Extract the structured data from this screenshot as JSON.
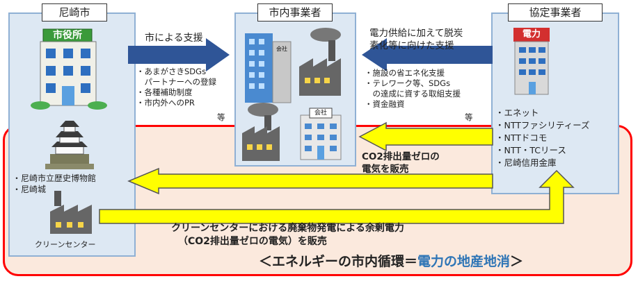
{
  "panels": {
    "amagasaki": {
      "title": "尼崎市"
    },
    "businesses": {
      "title": "市内事業者"
    },
    "partners": {
      "title": "協定事業者"
    }
  },
  "icons": {
    "city_hall_sign": "市役所",
    "company_sign": "会社",
    "power_company_sign": "電力"
  },
  "city_support": {
    "label": "市による支援",
    "items": [
      "・あまがさきSDGs",
      "　パートナーへの登録",
      "・各種補助制度",
      "・市内外へのPR"
    ],
    "etc": "等"
  },
  "partner_support": {
    "label_line1": "電力供給に加えて脱炭",
    "label_line2": "素化等に向けた支援",
    "items": [
      "・施設の省エネ化支援",
      "・テレワーク等、SDGs",
      "　の達成に資する取組支援",
      "・資金融資"
    ],
    "etc": "等"
  },
  "partners_list": [
    "・エネット",
    "・NTTファシリティーズ",
    "・NTTドコモ",
    "・NTT・TCリース",
    "・尼崎信用金庫"
  ],
  "city_facilities": [
    "・尼崎市立歴史博物館",
    "・尼崎城"
  ],
  "clean_center_label": "クリーンセンター",
  "sell_zero_co2": {
    "line1": "CO2排出量ゼロの",
    "line2": "電気を販売"
  },
  "surplus_power": {
    "line1": "クリーンセンターにおける廃棄物発電による余剰電力",
    "line2": "（CO2排出量ゼロの電気）を販売"
  },
  "cycle_title": {
    "prefix": "＜エネルギーの市内循環＝",
    "highlight": "電力の地産地消",
    "suffix": "＞"
  },
  "colors": {
    "loop_border": "#ff0000",
    "loop_fill": "#fbe9dd",
    "panel_fill": "#dde8f3",
    "blue_arrow": "#2f5597",
    "yellow_arrow": "#ffff00",
    "highlight": "#2e75b6"
  }
}
